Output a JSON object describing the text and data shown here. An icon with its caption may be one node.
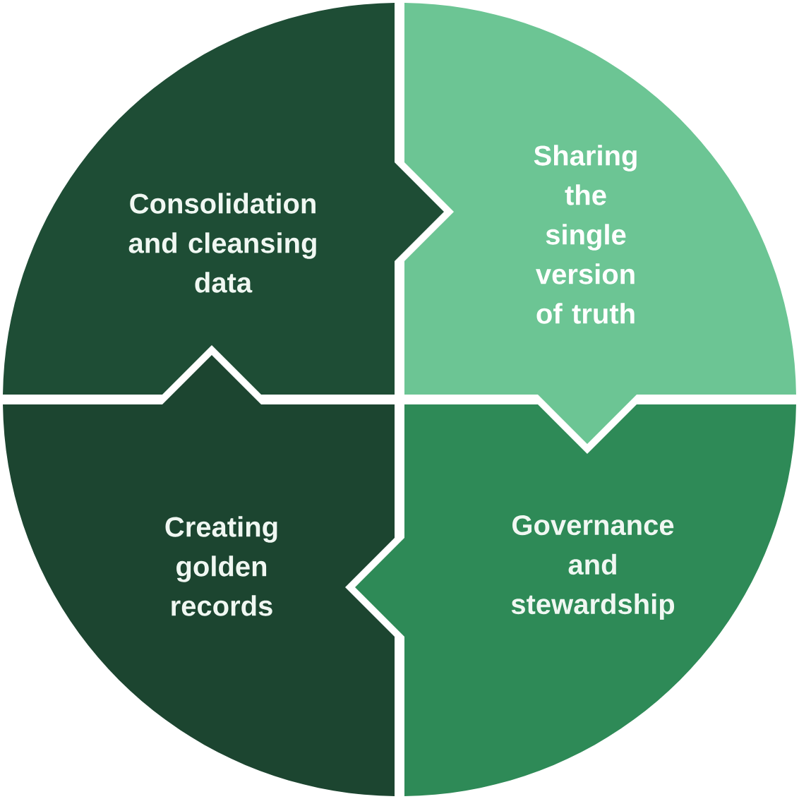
{
  "diagram": {
    "nodes": [
      {
        "text": [
          "Consolidation and cleansing data"
        ]
      },
      {
        "text": [
          "Sharing the single version of truth"
        ]
      },
      {
        "text": [
          "Governance and stewardship"
        ]
      },
      {
        "text": [
          "Creating golden records"
        ]
      }
    ]
  }
}
